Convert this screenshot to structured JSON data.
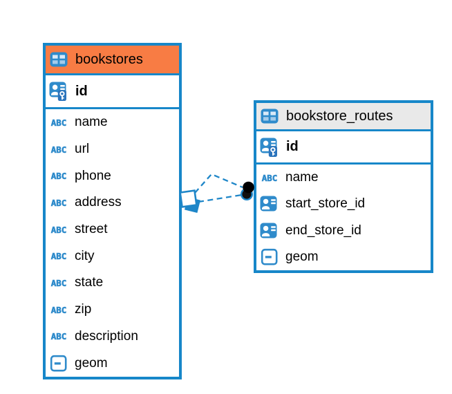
{
  "diagram": {
    "background": "#ffffff",
    "colors": {
      "table_border_blue": "#1787C9",
      "icon_blue": "#2F8BCB",
      "bookstores_header_orange": "#F87C44",
      "routes_header_gray": "#E9E9E9",
      "text": "#000000",
      "relationship_line_blue": "#1E86C8"
    }
  },
  "icons": {
    "text_type_label": "ABC"
  },
  "tables": [
    {
      "name": "bookstores",
      "header_style": "orange",
      "primary_key": {
        "name": "id"
      },
      "columns": [
        {
          "name": "name",
          "type_icon": "text-type-icon"
        },
        {
          "name": "url",
          "type_icon": "text-type-icon"
        },
        {
          "name": "phone",
          "type_icon": "text-type-icon"
        },
        {
          "name": "address",
          "type_icon": "text-type-icon"
        },
        {
          "name": "street",
          "type_icon": "text-type-icon"
        },
        {
          "name": "city",
          "type_icon": "text-type-icon"
        },
        {
          "name": "state",
          "type_icon": "text-type-icon"
        },
        {
          "name": "zip",
          "type_icon": "text-type-icon"
        },
        {
          "name": "description",
          "type_icon": "text-type-icon"
        },
        {
          "name": "geom",
          "type_icon": "geometry-type-icon"
        }
      ]
    },
    {
      "name": "bookstore_routes",
      "header_style": "gray",
      "primary_key": {
        "name": "id"
      },
      "columns": [
        {
          "name": "name",
          "type_icon": "text-type-icon"
        },
        {
          "name": "start_store_id",
          "type_icon": "fk-ref-icon"
        },
        {
          "name": "end_store_id",
          "type_icon": "fk-ref-icon"
        },
        {
          "name": "geom",
          "type_icon": "geometry-type-icon"
        }
      ]
    }
  ],
  "relationships": [
    {
      "from": "bookstores",
      "to": "bookstore_routes",
      "line_style": "dashed"
    },
    {
      "from": "bookstores",
      "to": "bookstore_routes",
      "line_style": "dashed"
    }
  ]
}
